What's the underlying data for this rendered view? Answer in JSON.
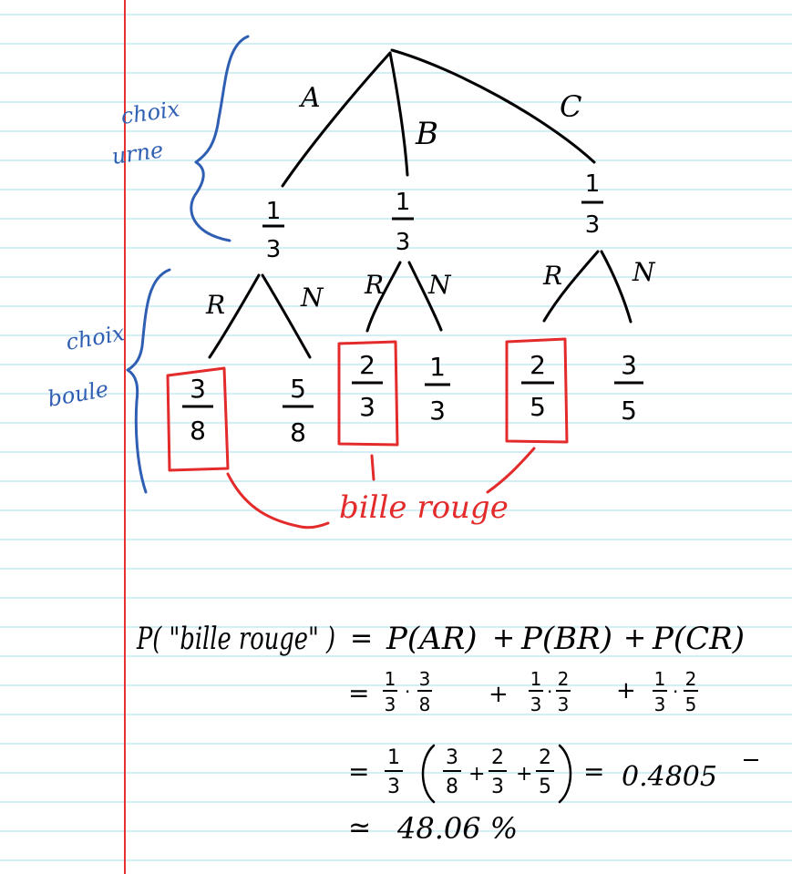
{
  "colors": {
    "paper": "#ffffff",
    "rule_line": "#a7dcea",
    "margin_line": "#e8312f",
    "ink_black": "#000000",
    "ink_blue": "#2f5fb3",
    "ink_red": "#e32b2b"
  },
  "annotations": {
    "urn_choice": [
      "choix",
      "urne"
    ],
    "ball_choice": [
      "choix",
      "boule"
    ],
    "red_ball": "bille rouge"
  },
  "tree": {
    "urns": [
      {
        "branch": "A",
        "prob_num": "1",
        "prob_den": "3",
        "red_label": "R",
        "black_label": "N",
        "red_num": "3",
        "red_den": "8",
        "black_num": "5",
        "black_den": "8"
      },
      {
        "branch": "B",
        "prob_num": "1",
        "prob_den": "3",
        "red_label": "R",
        "black_label": "N",
        "red_num": "2",
        "red_den": "3",
        "black_num": "1",
        "black_den": "3"
      },
      {
        "branch": "C",
        "prob_num": "1",
        "prob_den": "3",
        "red_label": "R",
        "black_label": "N",
        "red_num": "2",
        "red_den": "5",
        "black_num": "3",
        "black_den": "5"
      }
    ]
  },
  "formula": {
    "line1_lhs": "P( \"bille rouge\" )",
    "line1_eq": "=",
    "line1_terms": [
      "P(AR)",
      "+",
      "P(BR)",
      "+",
      "P(CR)"
    ],
    "line2": [
      {
        "a_num": "1",
        "a_den": "3",
        "b_num": "3",
        "b_den": "8"
      },
      {
        "a_num": "1",
        "a_den": "3",
        "b_num": "2",
        "b_den": "3"
      },
      {
        "a_num": "1",
        "a_den": "3",
        "b_num": "2",
        "b_den": "5"
      }
    ],
    "line3_factor_num": "1",
    "line3_factor_den": "3",
    "line3_inner": [
      {
        "num": "3",
        "den": "8"
      },
      {
        "num": "2",
        "den": "3"
      },
      {
        "num": "2",
        "den": "5"
      }
    ],
    "line3_result": "0.4805",
    "line4_approx": "≃",
    "line4_result": "48.06 %"
  }
}
